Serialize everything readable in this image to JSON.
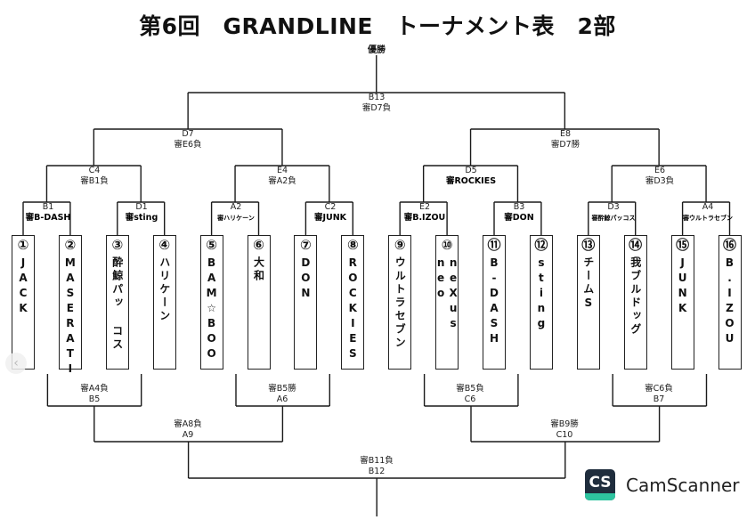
{
  "title": "第6回　GRANDLINE　トーナメント表　2部",
  "champion_label": "優勝",
  "teams": [
    {
      "num": "①",
      "name": "JACK"
    },
    {
      "num": "②",
      "name": "MASERATI"
    },
    {
      "num": "③",
      "name": "酔鯨パッ コス"
    },
    {
      "num": "④",
      "name": "ハリケーン"
    },
    {
      "num": "⑤",
      "name": "BAM☆BOO"
    },
    {
      "num": "⑥",
      "name": "大和"
    },
    {
      "num": "⑦",
      "name": "DON"
    },
    {
      "num": "⑧",
      "name": "ROCKIES"
    },
    {
      "num": "⑨",
      "name": "ウルトラセブン"
    },
    {
      "num": "⑩",
      "name": "neXus neo"
    },
    {
      "num": "⑪",
      "name": "B-DASH"
    },
    {
      "num": "⑫",
      "name": "sting"
    },
    {
      "num": "⑬",
      "name": "チームS"
    },
    {
      "num": "⑭",
      "name": "我ブルドッグ"
    },
    {
      "num": "⑮",
      "name": "JUNK"
    },
    {
      "num": "⑯",
      "name": "B.IZOU"
    }
  ],
  "top_matches": {
    "r1": [
      {
        "id": "B1",
        "ref": "審B-DASH"
      },
      {
        "id": "D1",
        "ref": "審sting"
      },
      {
        "id": "A2",
        "ref": "審ハリケーン"
      },
      {
        "id": "C2",
        "ref": "審JUNK"
      },
      {
        "id": "E2",
        "ref": "審B.IZOU"
      },
      {
        "id": "B3",
        "ref": "審DON"
      },
      {
        "id": "D3",
        "ref": "審酔鯨パッコス"
      },
      {
        "id": "A4",
        "ref": "審ウルトラセブン"
      }
    ],
    "r2": [
      {
        "id": "C4",
        "ref": "審B1負"
      },
      {
        "id": "E4",
        "ref": "審A2負"
      },
      {
        "id": "D5",
        "ref": "審ROCKIES"
      },
      {
        "id": "E6",
        "ref": "審D3負"
      }
    ],
    "r3": [
      {
        "id": "D7",
        "ref": "審E6負"
      },
      {
        "id": "E8",
        "ref": "審D7勝"
      }
    ],
    "final": {
      "id": "B13",
      "ref": "審D7負"
    }
  },
  "bottom_matches": {
    "r1": [
      {
        "id": "B5",
        "ref": "審A4負"
      },
      {
        "id": "A6",
        "ref": "審B5勝"
      },
      {
        "id": "C6",
        "ref": "審B5負"
      },
      {
        "id": "B7",
        "ref": "審C6負"
      }
    ],
    "r2": [
      {
        "id": "A9",
        "ref": "審A8負"
      },
      {
        "id": "C10",
        "ref": "審B9勝"
      }
    ],
    "final": {
      "id": "B12",
      "ref": "審B11負"
    }
  },
  "watermark": {
    "logo": "CS",
    "text": "CamScanner",
    "colors": {
      "dark": "#1f2d3d",
      "accent": "#2ec4a0"
    }
  },
  "nav": {
    "back_icon": "‹"
  }
}
